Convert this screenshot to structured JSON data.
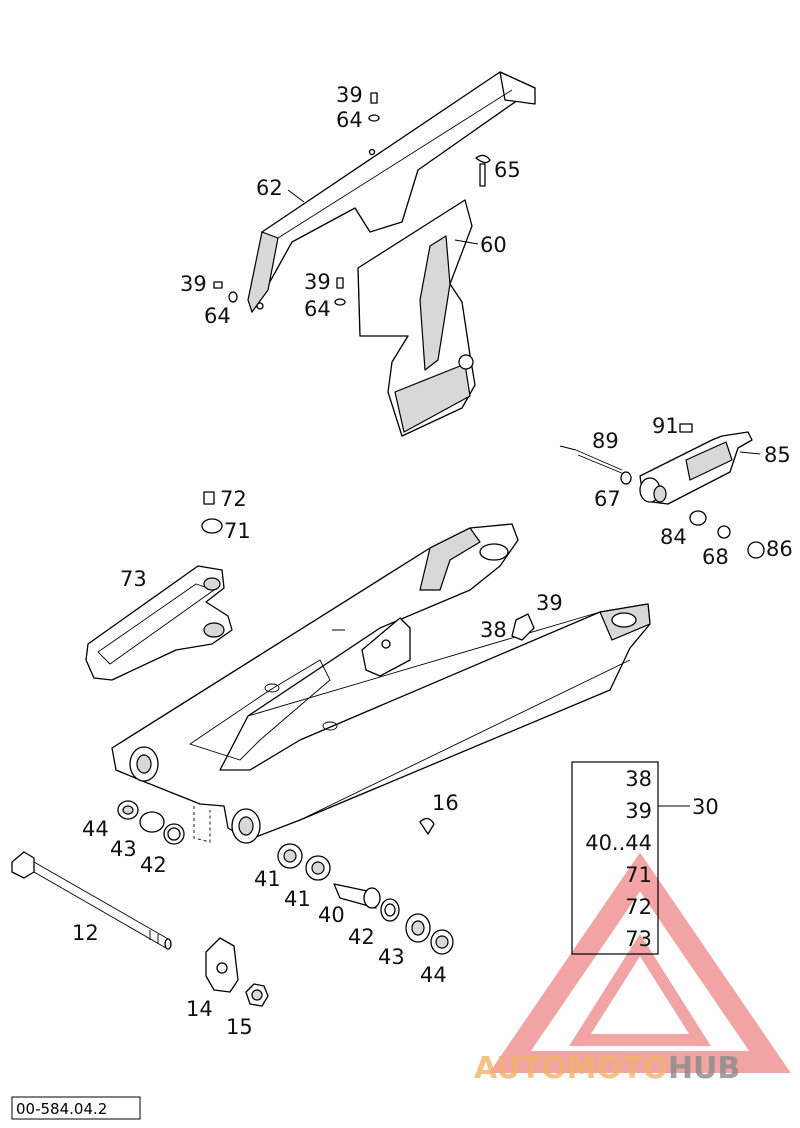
{
  "diagram_code": "00-584.04.2",
  "watermark": {
    "part1": "AUTOMOTO",
    "part2": "HUB",
    "color1": "#f2b26a",
    "color2": "#8a8a8a",
    "logo_color": "#e95a5a"
  },
  "labels": {
    "p39a": "39",
    "p64a": "64",
    "p65": "65",
    "p62": "62",
    "p60": "60",
    "p39b": "39",
    "p64b": "64",
    "p39c": "39",
    "p64c": "64",
    "p91": "91",
    "p89": "89",
    "p85": "85",
    "p67": "67",
    "p84": "84",
    "p68": "68",
    "p86": "86",
    "p72": "72",
    "p71": "71",
    "p73": "73",
    "p39d": "39",
    "p38": "38",
    "p16": "16",
    "p44a": "44",
    "p43a": "43",
    "p42a": "42",
    "p41a": "41",
    "p41b": "41",
    "p40": "40",
    "p42b": "42",
    "p43b": "43",
    "p44b": "44",
    "p12": "12",
    "p14": "14",
    "p15": "15",
    "p30": "30"
  },
  "kit_box": {
    "items": [
      "38",
      "39",
      "40..44",
      "71",
      "72",
      "73"
    ]
  }
}
